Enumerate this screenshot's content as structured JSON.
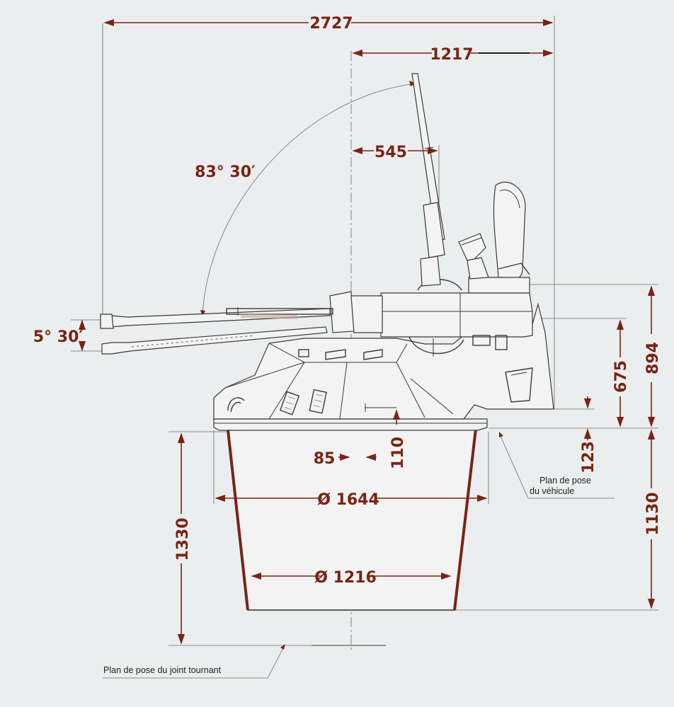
{
  "dimensions": {
    "overall_length": "2727",
    "rear_overhang": "1217",
    "trunnion_offset": "545",
    "elevation_angle": "83° 30′",
    "depression_angle": "5° 30′",
    "turret_height_above_ring": "675",
    "total_height_above_plane": "894",
    "ring_step": "123",
    "offset_x": "85",
    "offset_y": "110",
    "ring_diameter_outer": "Ø 1644",
    "basket_diameter": "Ø 1216",
    "basket_depth": "1330",
    "depth_below_plane": "1130"
  },
  "notes": {
    "vehicle_plane_line1": "Plan de pose",
    "vehicle_plane_line2": "du véhicule",
    "joint_plane": "Plan de pose du joint tournant"
  },
  "colors": {
    "dimension": "#7a2314",
    "background": "#ebeeee",
    "line": "#3a3a3a"
  }
}
